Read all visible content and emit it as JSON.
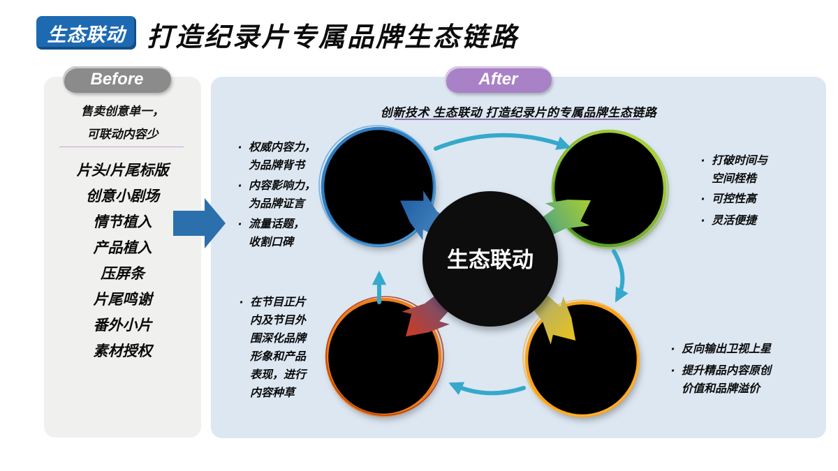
{
  "header": {
    "badge": "生态联动",
    "title": "打造纪录片专属品牌生态链路"
  },
  "before": {
    "label": "Before",
    "summary": [
      "售卖创意单一，",
      "可联动内容少"
    ],
    "items": [
      "片头/片尾标版",
      "创意小剧场",
      "情节植入",
      "产品植入",
      "压屏条",
      "片尾鸣谢",
      "番外小片",
      "素材授权"
    ]
  },
  "after": {
    "label": "After",
    "subtitle": "创新技术 生态联动 打造纪录片的专属品牌生态链路",
    "center": "生态联动",
    "annotations": {
      "top_left": [
        "权威内容力，\n为品牌背书",
        "内容影响力，\n为品牌证言",
        "流量话题，\n收割口碑"
      ],
      "top_right": [
        "打破时间与\n空间桎梏",
        "可控性高",
        "灵活便捷"
      ],
      "bottom_left": [
        "在节目正片\n内及节目外\n围深化品牌\n形象和产品\n表现，进行\n内容种草"
      ],
      "bottom_right": [
        "反向输出卫视上星",
        "提升精品内容原创\n价值和品牌溢价"
      ]
    }
  },
  "colors": {
    "badge_blue": "#1d6ab2",
    "before_gray": "#8b8b8b",
    "after_purple": "#a981c6",
    "panel_left_bg": "#f0f0ee",
    "panel_right_bg": "#dce7f2",
    "flow_arrow_blue": "#2c6fad",
    "arc_teal": "#35a9cb",
    "ring_blue": "#2e7dc1",
    "ring_green": "#7dbf33",
    "ring_orange": "#ee7d1a",
    "ring_amber": "#f9a21c",
    "divider_purple": "#c2a3dc",
    "underline_purple": "#8d76ab"
  }
}
